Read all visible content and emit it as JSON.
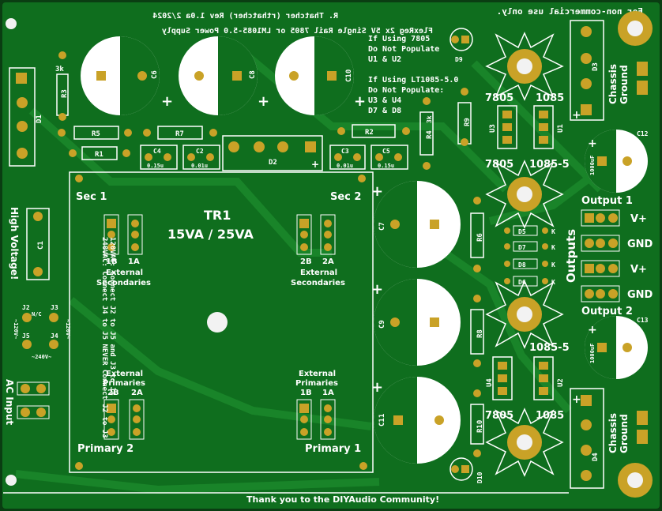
{
  "board": {
    "colors": {
      "pcb": "#0f6e1e",
      "trace": "#1c8a2c",
      "silk": "#ffffff",
      "pad": "#c9a227",
      "hole": "#111111",
      "edge": "#0a3d12"
    },
    "top_mirrored_note": "For non-commercial use only.",
    "title_line1": "FlexReg 2x 5V Single Rail 7805 or LM1085-5.0 Power Supply",
    "title_line2": "R. Thatcher (rthatcher)  Rev 1.0a 2/2024",
    "note_7805_1": "If Using 7805",
    "note_7805_2": "Do Not Populate",
    "note_7805_3": "U1 & U2",
    "note_1085_1": "If Using LT1085-5.0",
    "note_1085_2": "Do Not Populate:",
    "note_1085_3": "U3 & U4",
    "note_1085_4": "D7 & D8",
    "transformer": {
      "ref": "TR1",
      "rating": "15VA / 25VA"
    },
    "sec1": "Sec 1",
    "sec2": "Sec 2",
    "ext_sec": "External",
    "ext_sec2": "Secondaries",
    "ext_pri": "External",
    "ext_pri2": "Primaries",
    "lbl_1B": "1B",
    "lbl_1A": "1A",
    "lbl_2B": "2B",
    "lbl_2A": "2A",
    "primary1": "Primary 1",
    "primary2": "Primary 2",
    "hv": "High Voltage!",
    "ac_input": "AC Input",
    "vac_note1": "120VAC: Connect J2 to J5 and J3 to J4",
    "vac_note2": "240VAC: Connect J4 to J5  NEVER Connect J2 to J3",
    "j2": "J2",
    "j3": "J3",
    "j4": "J4",
    "j5": "J5",
    "nc": "N/C",
    "v120a": "~120V~",
    "v120b": "~120V~",
    "v240": "~240V~",
    "outputs": "Outputs",
    "output1": "Output 1",
    "output2": "Output 2",
    "vplus": "V+",
    "gnd": "GND",
    "chassis": "Chassis",
    "ground": "Ground",
    "lbl_7805": "7805",
    "lbl_1085": "1085",
    "lbl_1085_5": "1085-5",
    "thanks": "Thank you to the DIYAudio Community!",
    "refs": {
      "R1": "R1",
      "R2": "R2",
      "R3": "R3",
      "R4": "R4",
      "R5": "R5",
      "R6": "R6",
      "R7": "R7",
      "R8": "R8",
      "R9": "R9",
      "R10": "R10",
      "C1": "C1",
      "C2": "C2",
      "C3": "C3",
      "C4": "C4",
      "C5": "C5",
      "C6": "C6",
      "C7": "C7",
      "C8": "C8",
      "C9": "C9",
      "C10": "C10",
      "C11": "C11",
      "C12": "C12",
      "C13": "C13",
      "D1": "D1",
      "D2": "D2",
      "D3": "D3",
      "D4": "D4",
      "D5": "D5",
      "D6": "D6",
      "D7": "D7",
      "D8": "D8",
      "D9": "D9",
      "D10": "D10",
      "U1": "U1",
      "U2": "U2",
      "U3": "U3",
      "U4": "U4"
    },
    "values": {
      "r3": "3k",
      "r4": "3k",
      "c4": "0.15u",
      "c2": "0.01u",
      "c3": "0.01u",
      "c5": "0.15u",
      "c12": "1000uF",
      "c13": "1000uF",
      "k": "K"
    }
  }
}
